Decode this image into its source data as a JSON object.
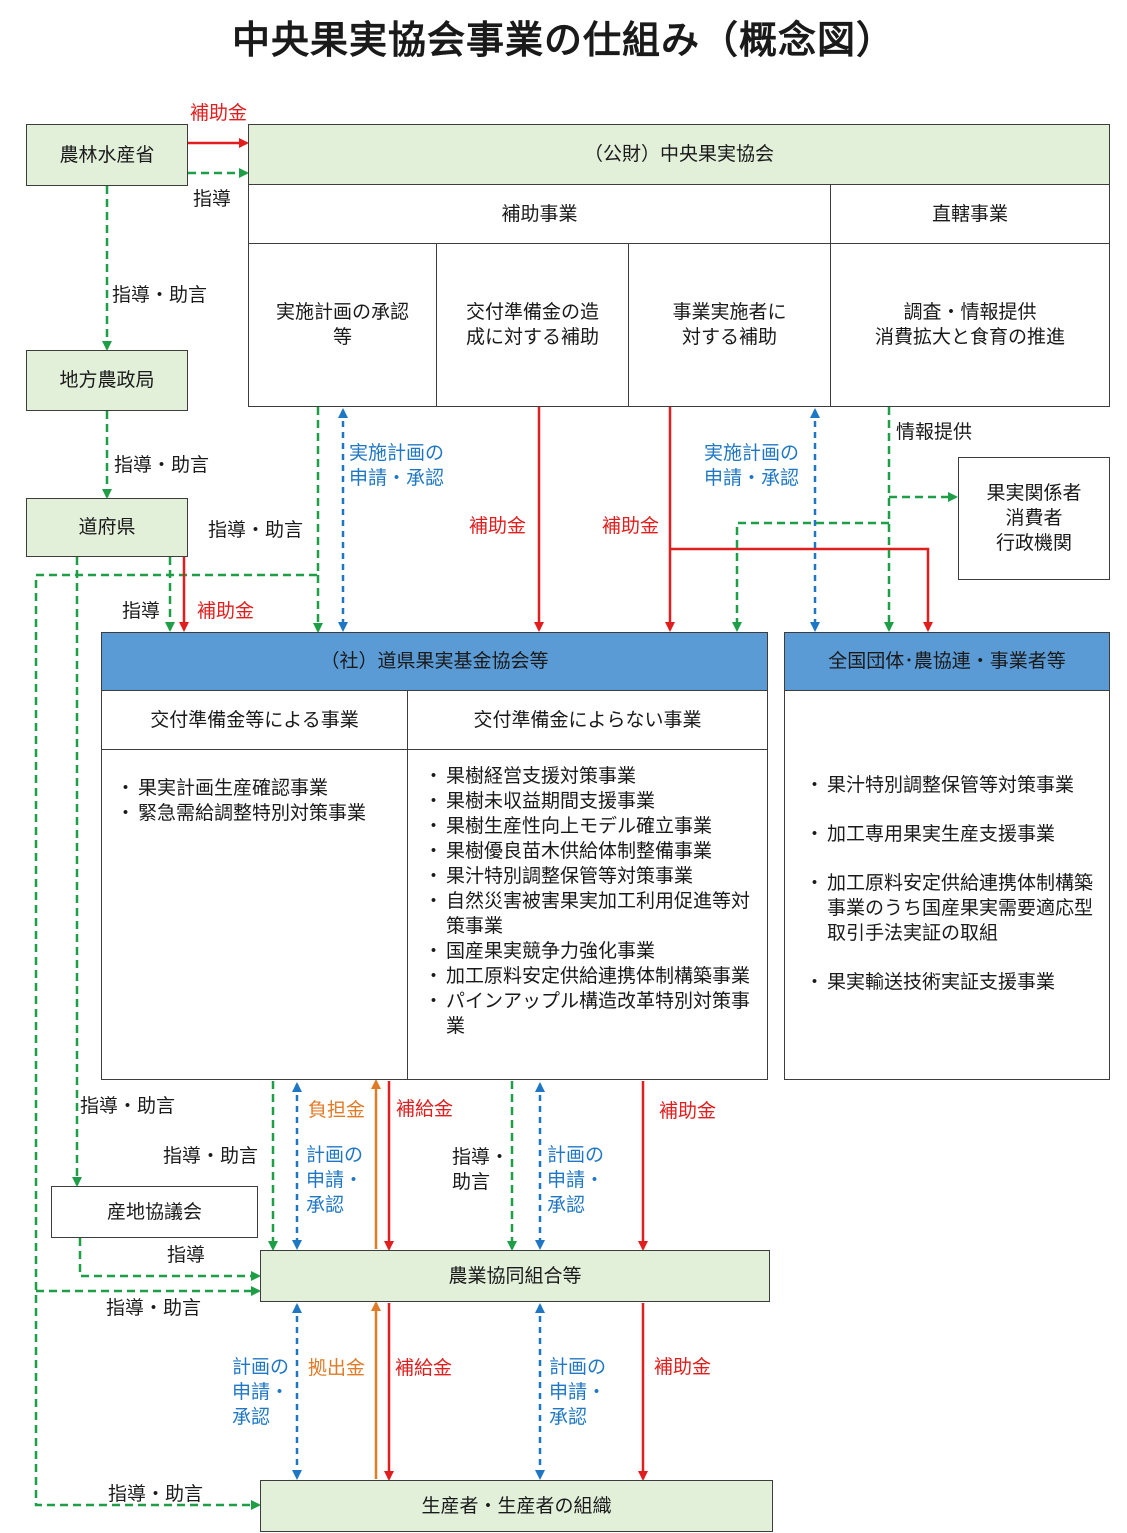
{
  "title": "中央果実協会事業の仕組み（概念図）",
  "nodes": {
    "maff": "農林水産省",
    "regional_bureau": "地方農政局",
    "prefecture": "道府県",
    "local_council": "産地協議会",
    "agri_coop": "農業協同組合等",
    "producers": "生産者・生産者の組織",
    "fruit_stakeholders": "果実関係者\n消費者\n行政機関"
  },
  "association": {
    "name": "（公財）中央果実協会",
    "subsidy_business": "補助事業",
    "direct_business": "直轄事業",
    "cells": [
      "実施計画の承認\n等",
      "交付準備金の造\n成に対する補助",
      "事業実施者に\n対する補助",
      "調査・情報提供\n消費拡大と食育の推進"
    ]
  },
  "prefectural_fund": {
    "name": "（社）道県果実基金協会等",
    "col1_header": "交付準備金等による事業",
    "col2_header": "交付準備金によらない事業",
    "col1_items": [
      "果実計画生産確認事業",
      "緊急需給調整特別対策事業"
    ],
    "col2_items": [
      "果樹経営支援対策事業",
      "果樹未収益期間支援事業",
      "果樹生産性向上モデル確立事業",
      "果樹優良苗木供給体制整備事業",
      "果汁特別調整保管等対策事業",
      "自然災害被害果実加工利用促進等対策事業",
      "国産果実競争力強化事業",
      "加工原料安定供給連携体制構築事業",
      "パインアップル構造改革特別対策事業"
    ]
  },
  "national_orgs": {
    "name": "全国団体･農協連・事業者等",
    "items": [
      "果汁特別調整保管等対策事業",
      "加工専用果実生産支援事業",
      "加工原料安定供給連携体制構築事業のうち国産果実需要適応型取引手法実証の取組",
      "果実輸送技術実証支援事業"
    ]
  },
  "labels": {
    "subsidy": "補助金",
    "guidance": "指導",
    "guidance_advice": "指導・助言",
    "guidance_short": "指導・\n助言",
    "plan_apply": "実施計画の\n申請・承認",
    "plan_apply_short": "計画の\n申請・\n承認",
    "burden": "負担金",
    "payment": "補給金",
    "contribution": "拠出金",
    "info": "情報提供"
  },
  "colors": {
    "green_fill": "#e2efd9",
    "blue_fill": "#5b9bd5",
    "red": "#e01e1e",
    "green_line": "#1e9e46",
    "blue_line": "#1f77c4",
    "orange": "#e07b28"
  }
}
